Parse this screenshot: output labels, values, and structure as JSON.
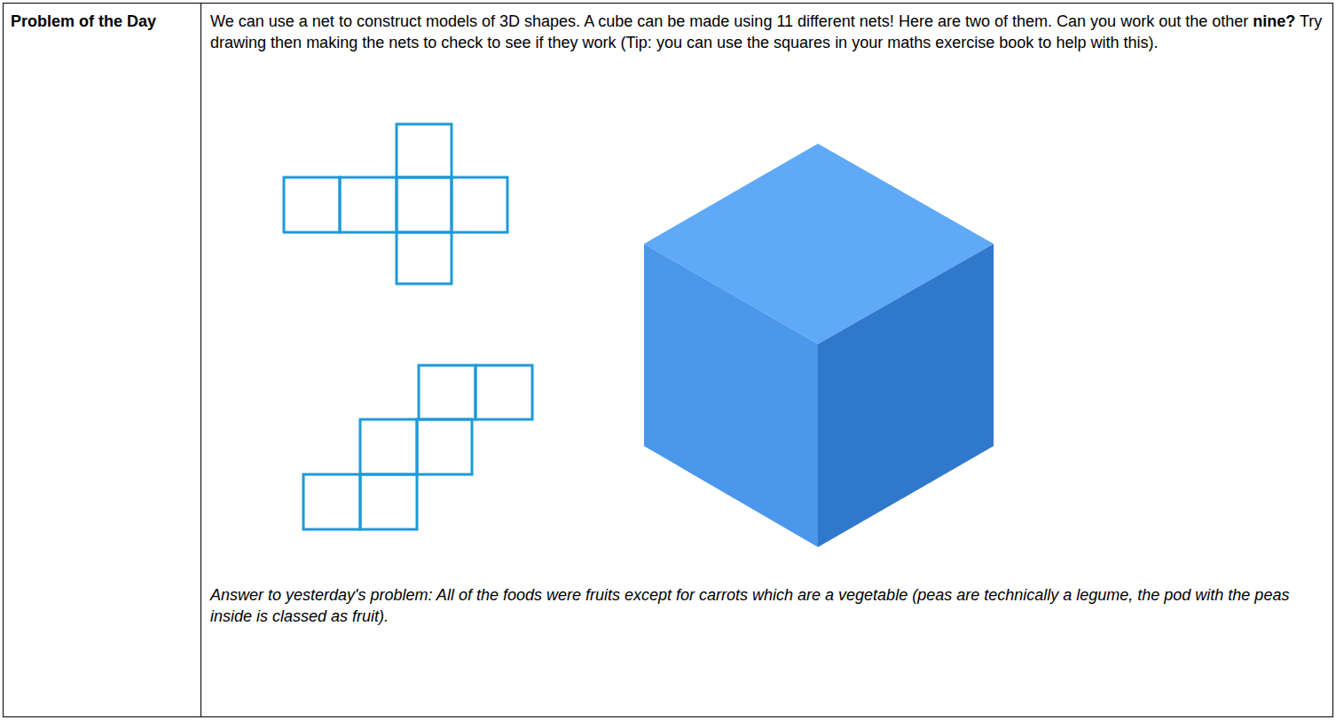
{
  "diagram": {
    "nodes": [
      {
        "text": [
          "Problem of the Day"
        ]
      },
      {
        "text": [
          "We can use a net to construct models of 3D shapes. A cube can be made using 11 different nets! Here are two of them. Can you work out the other nine? Try drawing then making the nets to check to see if they work (Tip: you can use the squares in your maths exercise book to help with this).",
          "Answer to yesterday's problem: All of the foods were fruits except for carrots which are a vegetable (peas are technically a legume, the pod with the peas inside is classed as fruit)."
        ]
      }
    ]
  }
}
